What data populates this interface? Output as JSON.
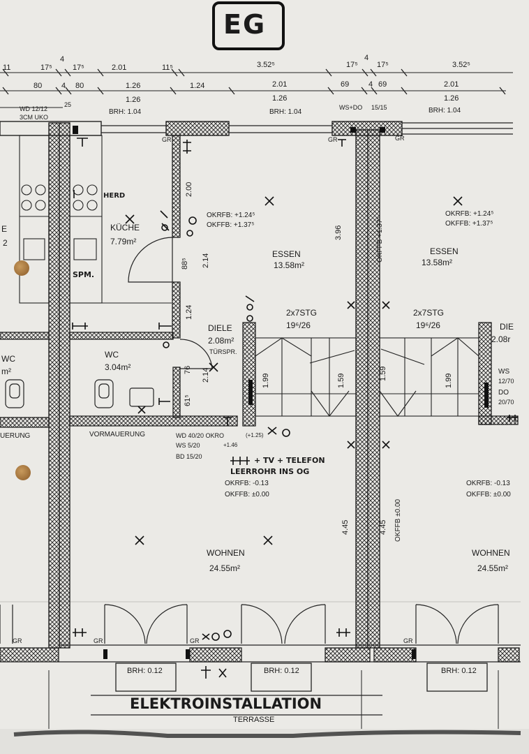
{
  "header": {
    "floor_label": "EG"
  },
  "dimensions": {
    "row1": [
      "11",
      "17⁵",
      "4",
      "17⁵",
      "2.01",
      "11⁵",
      "3.52⁵",
      "17⁵",
      "4",
      "17⁵",
      "3.52⁵"
    ],
    "row2_top": [
      "80",
      "4",
      "80",
      "1.26",
      "1.24",
      "2.01",
      "69",
      "4",
      "69",
      "2.01"
    ],
    "row2_bottom": [
      "1.26",
      "1.26",
      "1.26"
    ],
    "window_notes": [
      "WD 12/12",
      "3CM UKO",
      "25",
      "WS+DO",
      "15/15"
    ],
    "brh_top": [
      "BRH: 1.04",
      "BRH: 1.04",
      "BRH: 1.04"
    ],
    "brh_bottom": [
      "BRH: 0.12",
      "BRH: 0.12",
      "BRH: 0.12"
    ],
    "vertical": [
      "2.00",
      "88⁵",
      "2.14",
      "1.24",
      "76",
      "2.14",
      "61⁵",
      "3.96",
      "OKFFB +1.37⁵",
      "1.99",
      "1.59",
      "1.59",
      "1.99",
      "4.45",
      "4.45",
      "OKFFB ±0.00"
    ],
    "gr_labels": [
      "GR",
      "GR",
      "GR",
      "GR",
      "GR",
      "GR",
      "GR"
    ]
  },
  "rooms": {
    "kueche": {
      "name": "KÜCHE",
      "area": "7.79m²"
    },
    "wc": {
      "name": "WC",
      "area": "3.04m²"
    },
    "diele": {
      "name": "DIELE",
      "area": "2.08m²"
    },
    "diele_right": {
      "name": "DIE",
      "area": "2.08r"
    },
    "essen": {
      "name": "ESSEN",
      "area": "13.58m²"
    },
    "essen_right": {
      "name": "ESSEN",
      "area": "13.58m²"
    },
    "wohnen": {
      "name": "WOHNEN",
      "area": "24.55m²"
    },
    "wohnen_right": {
      "name": "WOHNEN",
      "area": "24.55m²"
    },
    "left_partial": {
      "name": "E",
      "area": "2",
      "wc": "WC",
      "wc_area": "m²"
    }
  },
  "levels": {
    "essen_rfb": "OKRFB: +1.24⁵",
    "essen_ffb": "OKFFB: +1.37⁵",
    "essen_right_rfb": "OKRFB: +1.24⁵",
    "essen_right_ffb": "OKFFB: +1.37⁵",
    "wohnen_rfb": "OKRFB: -0.13",
    "wohnen_ffb": "OKFFB: ±0.00",
    "wohnen_right_rfb": "OKRFB: -0.13",
    "wohnen_right_ffb": "OKFFB: ±0.00"
  },
  "stairs": {
    "left": "2x7STG",
    "left_ratio": "19⁶/26",
    "right": "2x7STG",
    "right_ratio": "19⁶/26"
  },
  "labels": {
    "herd": "HERD",
    "spm": "SPM.",
    "tuerspr": "TÜRSPR.",
    "vormauerung": "VORMAUERUNG",
    "vormauerung_left": "UERUNG",
    "wd": "WD 40/20 OKRO",
    "ws": "WS 5/20",
    "bd": "BD 15/20",
    "stair_level": "(+1.25)",
    "level_146": "+1.46",
    "tv": "+ TV + TELEFON",
    "leerrohr": "LEERROHR INS OG",
    "ws_right": "WS",
    "ws_right_size": "12/70",
    "do_right": "DO",
    "do_right_size": "20/70"
  },
  "footer": {
    "title": "ELEKTROINSTALLATION",
    "terrasse": "TERRASSE"
  }
}
